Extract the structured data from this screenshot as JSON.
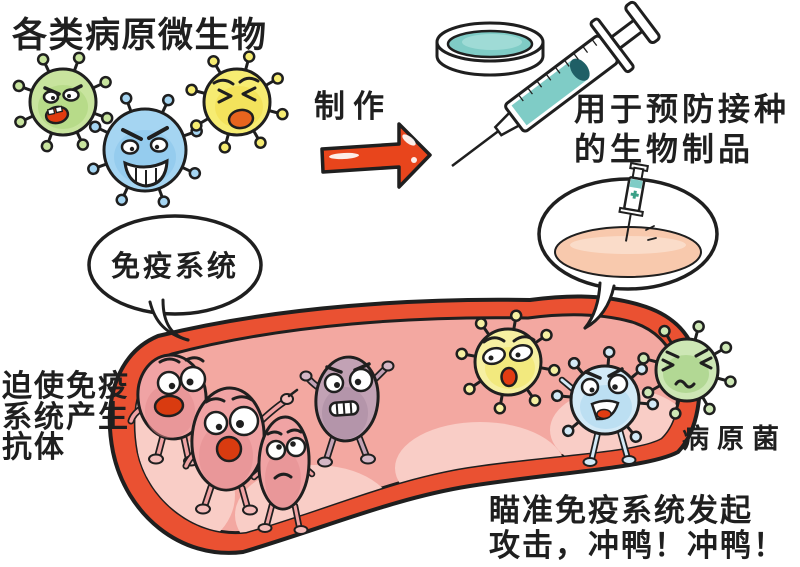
{
  "title": "各类病原微生物",
  "process": {
    "label": "制作"
  },
  "product": {
    "line1": "用于预防接种",
    "line2": "的生物制品"
  },
  "immune_bubble": {
    "label": "免疫系统"
  },
  "left_caption": {
    "line1": "迫使免疫",
    "line2": "系统产生",
    "line3": "抗体"
  },
  "pathogen_label": {
    "text": "病原菌",
    "color": "#2b7fc4"
  },
  "bottom_caption": {
    "line1": "瞄准免疫系统发起",
    "line2": "攻击，冲鸭！冲鸭！"
  },
  "colors": {
    "ink": "#1f1f1f",
    "arrow_red": "#e8451c",
    "vessel_band": "#ea5132",
    "vessel_inner": "#f3a8a1",
    "vessel_bump": "#f9cdc6",
    "cell_pink": "#f0a3a4",
    "cell_gray_purple": "#c2a2b5",
    "mouth_red": "#d93b10",
    "germ_green": "#c8e49e",
    "germ_blue": "#a5d5f2",
    "germ_yellow": "#f6ec72",
    "vaccine_teal": "#7fccc6",
    "skin_peach": "#f8c9ad"
  }
}
